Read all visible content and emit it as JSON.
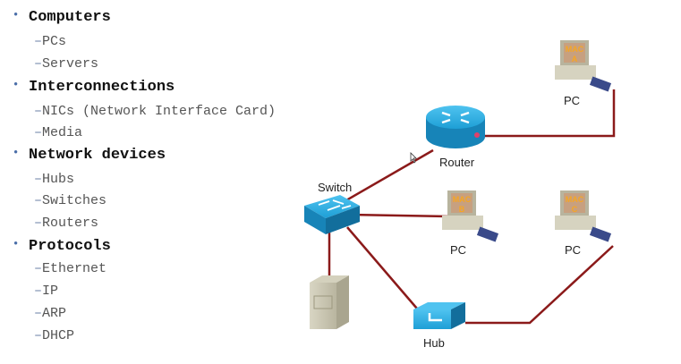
{
  "outline": [
    {
      "label": "Computers",
      "children": [
        "PCs",
        "Servers"
      ]
    },
    {
      "label": "Interconnections",
      "children": [
        "NICs (Network Interface Card)",
        "Media"
      ]
    },
    {
      "label": "Network devices",
      "children": [
        "Hubs",
        "Switches",
        "Routers"
      ]
    },
    {
      "label": "Protocols",
      "children": [
        "Ethernet",
        "IP",
        "ARP",
        "DHCP"
      ]
    }
  ],
  "diagram": {
    "router_label": "Router",
    "switch_label": "Switch",
    "hub_label": "Hub",
    "pcs": [
      {
        "label": "PC",
        "mac_line1": "MAC",
        "mac_line2": "A"
      },
      {
        "label": "PC",
        "mac_line1": "MAC",
        "mac_line2": "B"
      },
      {
        "label": "PC",
        "mac_line1": "MAC",
        "mac_line2": "C"
      }
    ],
    "colors": {
      "link": "#8b1a1a",
      "device_blue": "#1e9fd6",
      "mac_text": "#f5a623"
    }
  }
}
